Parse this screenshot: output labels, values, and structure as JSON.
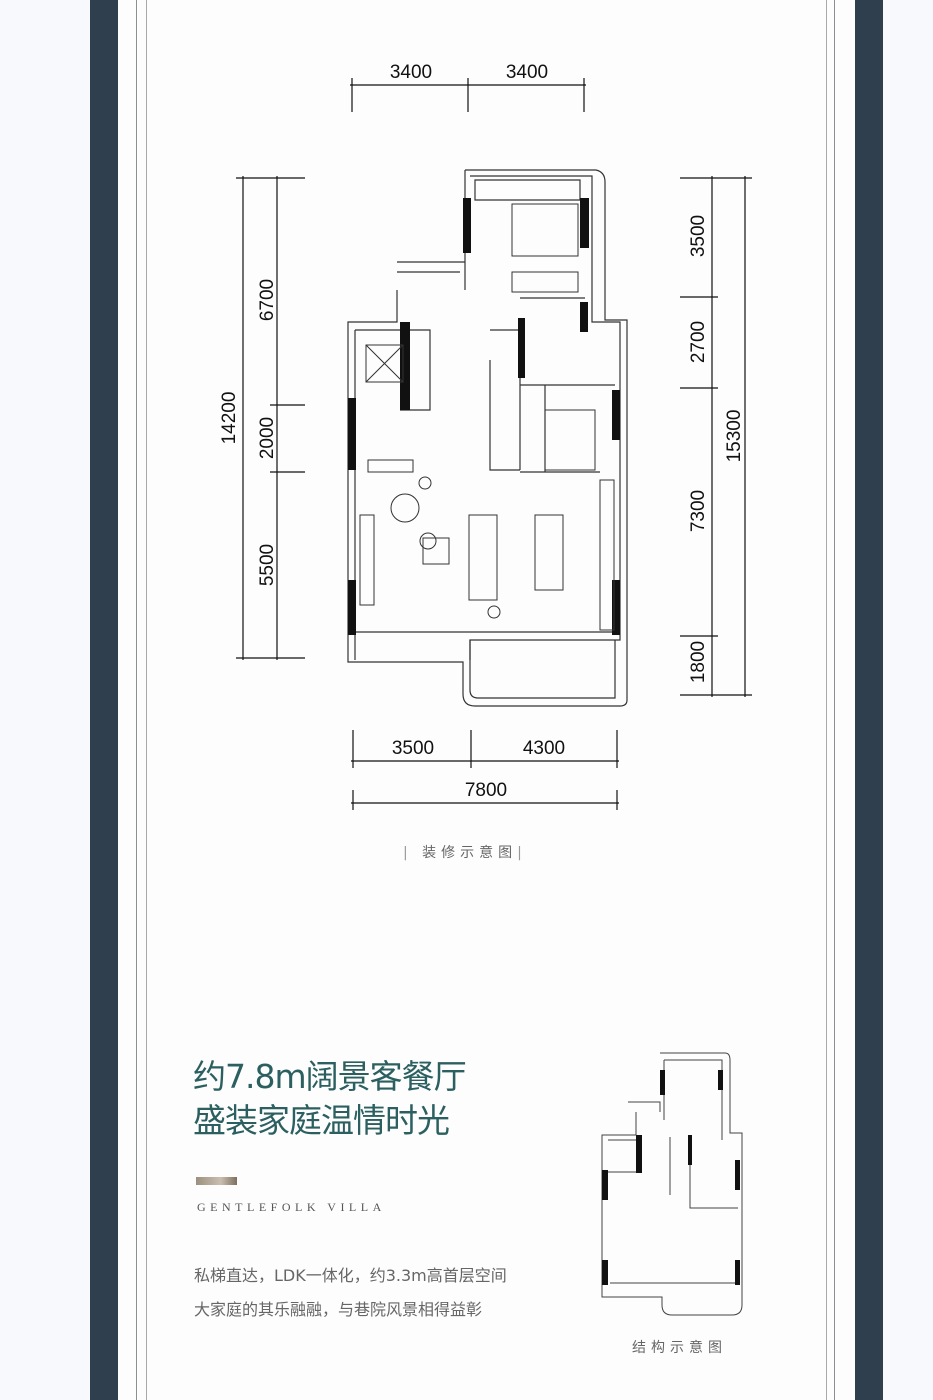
{
  "plan": {
    "top_dims": [
      "3400",
      "3400"
    ],
    "left_total": "14200",
    "left_dims": [
      "6700",
      "2000",
      "5500"
    ],
    "right_dims": [
      "3500",
      "2700",
      "7300",
      "1800"
    ],
    "right_total": "15300",
    "bottom_dims": [
      "3500",
      "4300"
    ],
    "bottom_total": "7800",
    "caption": "装修示意图"
  },
  "headline": {
    "line1": "约7.8m阔景客餐厅",
    "line2": "盛装家庭温情时光"
  },
  "brand": "GENTLEFOLK VILLA",
  "description": {
    "line1": "私梯直达，LDK一体化，约3.3m高首层空间",
    "line2": "大家庭的其乐融融，与巷院风景相得益彰"
  },
  "structure_caption": "结构示意图",
  "colors": {
    "band": "#2f3f4e",
    "title": "#2b5f60"
  }
}
